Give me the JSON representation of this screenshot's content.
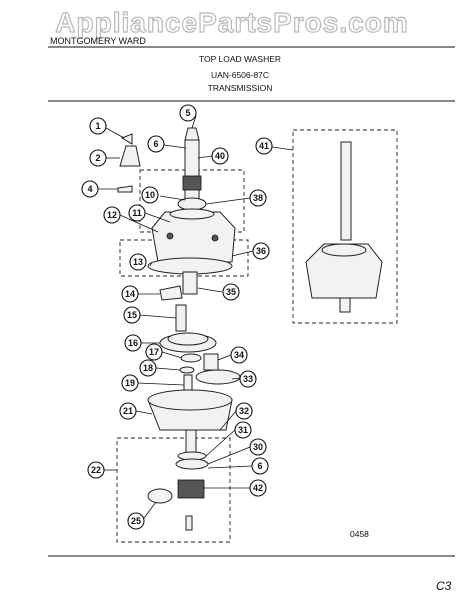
{
  "watermark": "AppliancePartsPros.com",
  "header": {
    "brand": "MONTGOMERY WARD",
    "title": "TOP LOAD WASHER",
    "model": "UAN-6506-87C",
    "section": "TRANSMISSION"
  },
  "page_code": "0458",
  "corner_mark": "C3",
  "callouts": [
    {
      "id": "c1",
      "label": "1"
    },
    {
      "id": "c2",
      "label": "2"
    },
    {
      "id": "c4",
      "label": "4"
    },
    {
      "id": "c5",
      "label": "5"
    },
    {
      "id": "c6a",
      "label": "6"
    },
    {
      "id": "c10",
      "label": "10"
    },
    {
      "id": "c11",
      "label": "11"
    },
    {
      "id": "c12",
      "label": "12"
    },
    {
      "id": "c13",
      "label": "13"
    },
    {
      "id": "c14",
      "label": "14"
    },
    {
      "id": "c15",
      "label": "15"
    },
    {
      "id": "c16",
      "label": "16"
    },
    {
      "id": "c17",
      "label": "17"
    },
    {
      "id": "c18",
      "label": "18"
    },
    {
      "id": "c19",
      "label": "19"
    },
    {
      "id": "c21",
      "label": "21"
    },
    {
      "id": "c22",
      "label": "22"
    },
    {
      "id": "c25",
      "label": "25"
    },
    {
      "id": "c30",
      "label": "30"
    },
    {
      "id": "c31",
      "label": "31"
    },
    {
      "id": "c32",
      "label": "32"
    },
    {
      "id": "c33",
      "label": "33"
    },
    {
      "id": "c34",
      "label": "34"
    },
    {
      "id": "c35",
      "label": "35"
    },
    {
      "id": "c36",
      "label": "36"
    },
    {
      "id": "c38",
      "label": "38"
    },
    {
      "id": "c40",
      "label": "40"
    },
    {
      "id": "c41",
      "label": "41"
    },
    {
      "id": "c6b",
      "label": "6"
    },
    {
      "id": "c42",
      "label": "42"
    }
  ]
}
